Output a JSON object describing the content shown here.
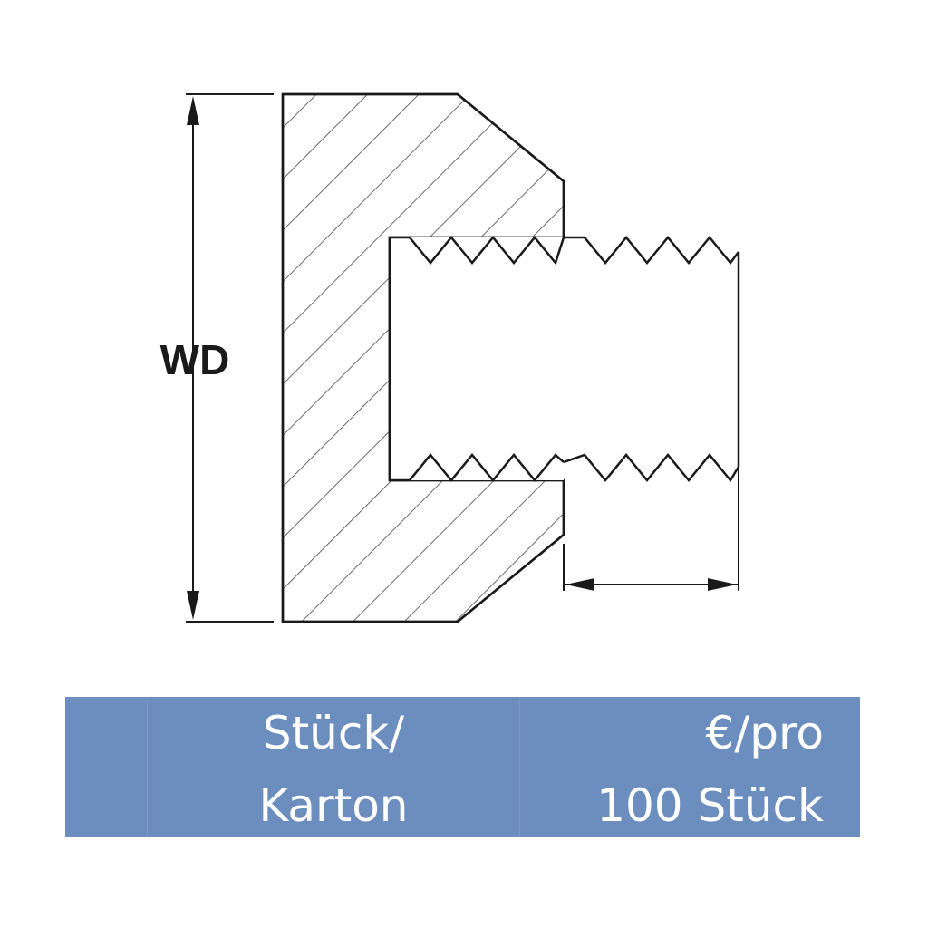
{
  "diagram": {
    "dimension_label": "WD",
    "line_color": "#1a1a1a"
  },
  "table_header": {
    "background_color": "#6c8ebf",
    "text_color": "#ffffff",
    "columns": [
      {
        "lines": [
          "",
          ""
        ]
      },
      {
        "lines": [
          "Stück/",
          "Karton"
        ]
      },
      {
        "lines": [
          "€/pro",
          "100 Stück"
        ]
      }
    ]
  }
}
